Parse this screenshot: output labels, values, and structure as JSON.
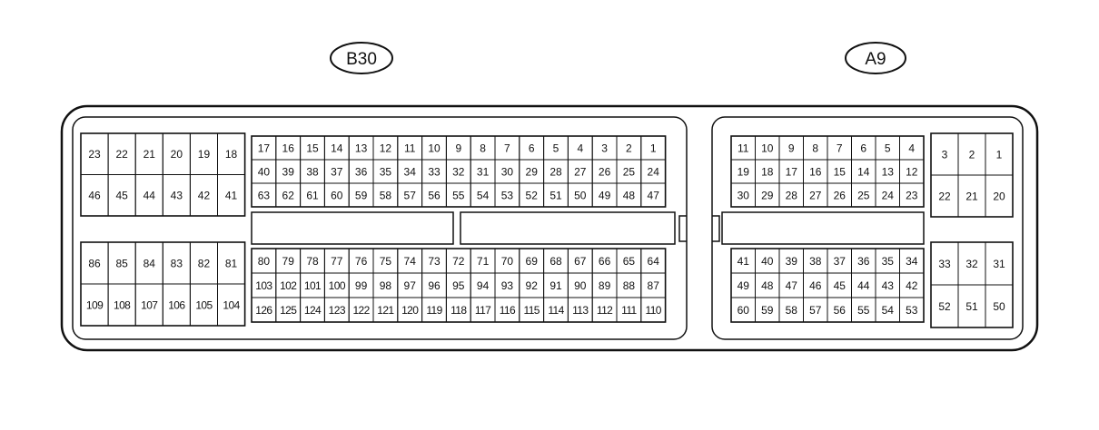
{
  "labels": {
    "b30": "B30",
    "a9": "A9"
  },
  "b30": {
    "left_top": [
      [
        "23",
        "22",
        "21",
        "20",
        "19",
        "18"
      ],
      [
        "46",
        "45",
        "44",
        "43",
        "42",
        "41"
      ]
    ],
    "left_bottom": [
      [
        "86",
        "85",
        "84",
        "83",
        "82",
        "81"
      ],
      [
        "109",
        "108",
        "107",
        "106",
        "105",
        "104"
      ]
    ],
    "main_top": [
      [
        "17",
        "16",
        "15",
        "14",
        "13",
        "12",
        "11",
        "10",
        "9",
        "8",
        "7",
        "6",
        "5",
        "4",
        "3",
        "2",
        "1"
      ],
      [
        "40",
        "39",
        "38",
        "37",
        "36",
        "35",
        "34",
        "33",
        "32",
        "31",
        "30",
        "29",
        "28",
        "27",
        "26",
        "25",
        "24"
      ],
      [
        "63",
        "62",
        "61",
        "60",
        "59",
        "58",
        "57",
        "56",
        "55",
        "54",
        "53",
        "52",
        "51",
        "50",
        "49",
        "48",
        "47"
      ]
    ],
    "main_bottom": [
      [
        "80",
        "79",
        "78",
        "77",
        "76",
        "75",
        "74",
        "73",
        "72",
        "71",
        "70",
        "69",
        "68",
        "67",
        "66",
        "65",
        "64"
      ],
      [
        "103",
        "102",
        "101",
        "100",
        "99",
        "98",
        "97",
        "96",
        "95",
        "94",
        "93",
        "92",
        "91",
        "90",
        "89",
        "88",
        "87"
      ],
      [
        "126",
        "125",
        "124",
        "123",
        "122",
        "121",
        "120",
        "119",
        "118",
        "117",
        "116",
        "115",
        "114",
        "113",
        "112",
        "111",
        "110"
      ]
    ]
  },
  "a9": {
    "main_top": [
      [
        "11",
        "10",
        "9",
        "8",
        "7",
        "6",
        "5",
        "4"
      ],
      [
        "19",
        "18",
        "17",
        "16",
        "15",
        "14",
        "13",
        "12"
      ],
      [
        "30",
        "29",
        "28",
        "27",
        "26",
        "25",
        "24",
        "23"
      ]
    ],
    "main_bottom": [
      [
        "41",
        "40",
        "39",
        "38",
        "37",
        "36",
        "35",
        "34"
      ],
      [
        "49",
        "48",
        "47",
        "46",
        "45",
        "44",
        "43",
        "42"
      ],
      [
        "60",
        "59",
        "58",
        "57",
        "56",
        "55",
        "54",
        "53"
      ]
    ],
    "right_top": [
      [
        "3",
        "2",
        "1"
      ],
      [
        "22",
        "21",
        "20"
      ]
    ],
    "right_bottom": [
      [
        "33",
        "32",
        "31"
      ],
      [
        "52",
        "51",
        "50"
      ]
    ]
  }
}
